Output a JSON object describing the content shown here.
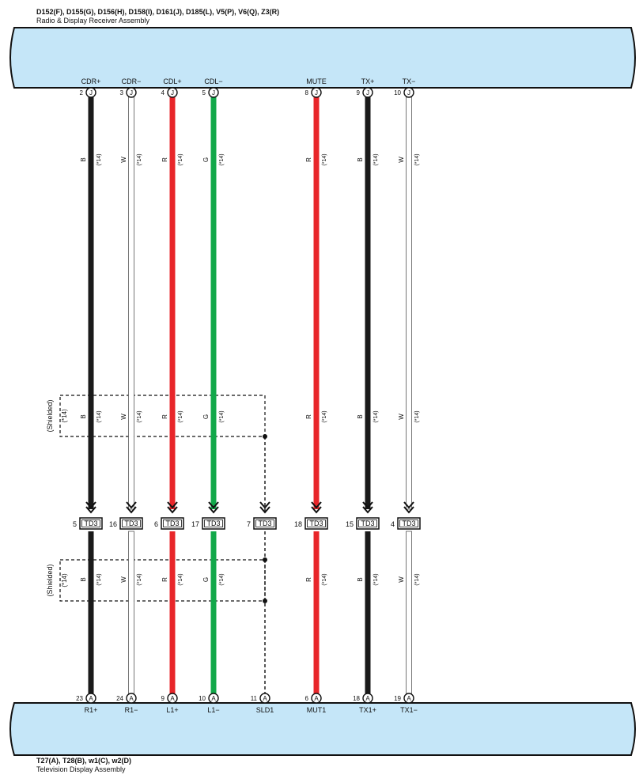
{
  "top_assembly": {
    "connectors": "D152(F), D155(G), D156(H), D158(I), D161(J), D185(L), V5(P), V6(Q), Z3(R)",
    "name": "Radio & Display Receiver Assembly"
  },
  "bottom_assembly": {
    "connectors": "T27(A), T28(B), w1(C), w2(D)",
    "name": "Television Display Assembly"
  },
  "shield_label": "(Shielded)",
  "gauge": "(*14)",
  "junction_label": "TD3",
  "top_connector_letter": "J",
  "bottom_connector_letter": "A",
  "colors": {
    "B": "#1a1a1a",
    "W": "#ffffff",
    "R": "#e8262a",
    "G": "#12a84a",
    "assembly_fill": "#c5e6f8"
  },
  "wires": [
    {
      "top_signal": "CDR+",
      "top_pin": "2",
      "color": "B",
      "junction_pin": "5",
      "bottom_pin": "23",
      "bottom_signal": "R1+"
    },
    {
      "top_signal": "CDR−",
      "top_pin": "3",
      "color": "W",
      "junction_pin": "16",
      "bottom_pin": "24",
      "bottom_signal": "R1−"
    },
    {
      "top_signal": "CDL+",
      "top_pin": "4",
      "color": "R",
      "junction_pin": "6",
      "bottom_pin": "9",
      "bottom_signal": "L1+"
    },
    {
      "top_signal": "CDL−",
      "top_pin": "5",
      "color": "G",
      "junction_pin": "17",
      "bottom_pin": "10",
      "bottom_signal": "L1−"
    },
    {
      "top_signal": "",
      "top_pin": "",
      "color": "shield",
      "junction_pin": "7",
      "bottom_pin": "11",
      "bottom_signal": "SLD1"
    },
    {
      "top_signal": "MUTE",
      "top_pin": "8",
      "color": "R",
      "junction_pin": "18",
      "bottom_pin": "6",
      "bottom_signal": "MUT1"
    },
    {
      "top_signal": "TX+",
      "top_pin": "9",
      "color": "B",
      "junction_pin": "15",
      "bottom_pin": "18",
      "bottom_signal": "TX1+"
    },
    {
      "top_signal": "TX−",
      "top_pin": "10",
      "color": "W",
      "junction_pin": "4",
      "bottom_pin": "19",
      "bottom_signal": "TX1−"
    }
  ]
}
